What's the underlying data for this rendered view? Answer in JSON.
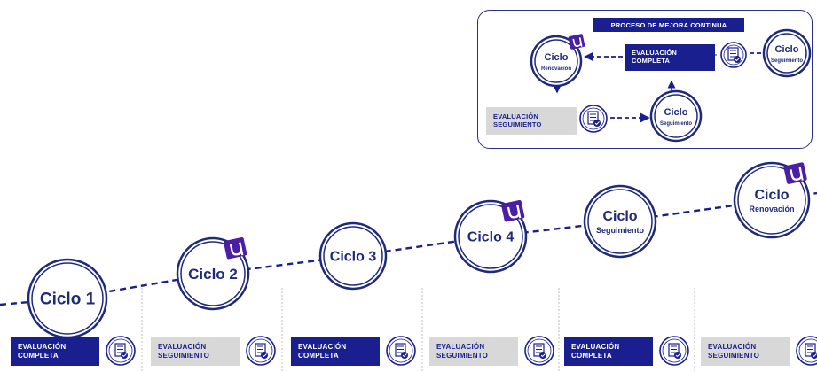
{
  "inset": {
    "title": "PROCESO DE MEJORA CONTINUA",
    "cycle_renovacion": {
      "title": "Ciclo",
      "sub": "Renovación"
    },
    "cycle_seguimiento_right": {
      "title": "Ciclo",
      "sub": "Seguimiento"
    },
    "cycle_seguimiento_bottom": {
      "title": "Ciclo",
      "sub": "Seguimiento"
    },
    "eval_completa": {
      "line1": "EVALUACIÓN",
      "line2": "COMPLETA"
    },
    "eval_seguimiento": {
      "line1": "EVALUACIÓN",
      "line2": "SEGUIMIENTO"
    }
  },
  "cycles": [
    {
      "title": "Ciclo 1",
      "sub": "",
      "badge": false
    },
    {
      "title": "Ciclo 2",
      "sub": "",
      "badge": true
    },
    {
      "title": "Ciclo 3",
      "sub": "",
      "badge": false
    },
    {
      "title": "Ciclo 4",
      "sub": "",
      "badge": true
    },
    {
      "title": "Ciclo",
      "sub": "Seguimiento",
      "badge": false
    },
    {
      "title": "Ciclo",
      "sub": "Renovación",
      "badge": true
    }
  ],
  "evaluations": [
    {
      "line1": "EVALUACIÓN",
      "line2": "COMPLETA",
      "style": "dark"
    },
    {
      "line1": "EVALUACIÓN",
      "line2": "SEGUIMIENTO",
      "style": "light"
    },
    {
      "line1": "EVALUACIÓN",
      "line2": "COMPLETA",
      "style": "dark"
    },
    {
      "line1": "EVALUACIÓN",
      "line2": "SEGUIMIENTO",
      "style": "light"
    },
    {
      "line1": "EVALUACIÓN",
      "line2": "COMPLETA",
      "style": "dark"
    },
    {
      "line1": "EVALUACIÓN",
      "line2": "SEGUIMIENTO",
      "style": "light"
    }
  ],
  "colors": {
    "navy": "#1a1f8f",
    "ring": "#1f2a7a",
    "badge": "#4b1fa3",
    "grey_box": "#d8d8d8",
    "divider": "#bdbdbd"
  },
  "icons": {
    "badge": "ribbon-badge-icon",
    "evaluation": "document-check-icon"
  }
}
